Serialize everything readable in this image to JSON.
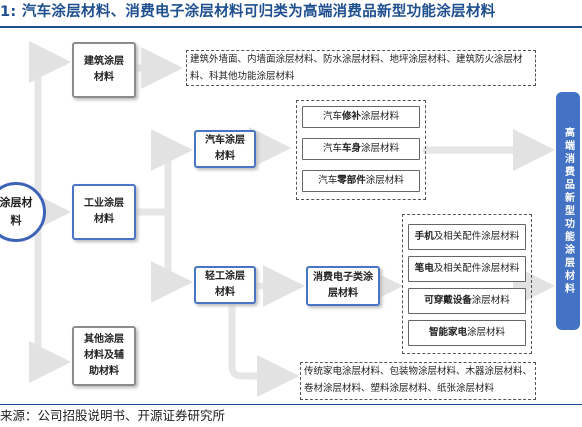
{
  "title": "1: 汽车涂层材料、消费电子涂层材料可归类为高端消费品新型功能涂层材料",
  "source": "来源：公司招股说明书、开源证券研究所",
  "root": "涂层材料",
  "level1": {
    "building": "建筑涂层材料",
    "industrial": "工业涂层材料",
    "other": "其他涂层材料及辅助材料"
  },
  "level2": {
    "auto": "汽车涂层材料",
    "light": "轻工涂层材料"
  },
  "level3": {
    "consumer": "消费电子类涂层材料"
  },
  "building_details": "建筑外墙面、内墙面涂层材料、防水涂层材料、地坪涂层材料、建筑防火涂层材料、科其他功能涂层材料",
  "auto_items": [
    {
      "pre": "汽车",
      "bold": "修补",
      "post": "涂层材料"
    },
    {
      "pre": "汽车",
      "bold": "车身",
      "post": "涂层材料"
    },
    {
      "pre": "汽车",
      "bold": "零部件",
      "post": "涂层材料"
    }
  ],
  "consumer_items": [
    {
      "pre": "",
      "bold": "手机",
      "post": "及相关配件涂层材料"
    },
    {
      "pre": "",
      "bold": "笔电",
      "post": "及相关配件涂层材料"
    },
    {
      "pre": "",
      "bold": "可穿戴设备",
      "post": "涂层材料"
    },
    {
      "pre": "",
      "bold": "智能家电",
      "post": "涂层材料"
    }
  ],
  "light_other_details": "传统家电涂层材料、包装物涂层材料、木器涂层材料、卷材涂层材料、塑料涂层材料、纸张涂层材料",
  "target": "高端消费品新型功能涂层材料",
  "colors": {
    "accent": "#4472c4",
    "title": "#1f4f8f",
    "arrow": "#e8e8e8"
  }
}
